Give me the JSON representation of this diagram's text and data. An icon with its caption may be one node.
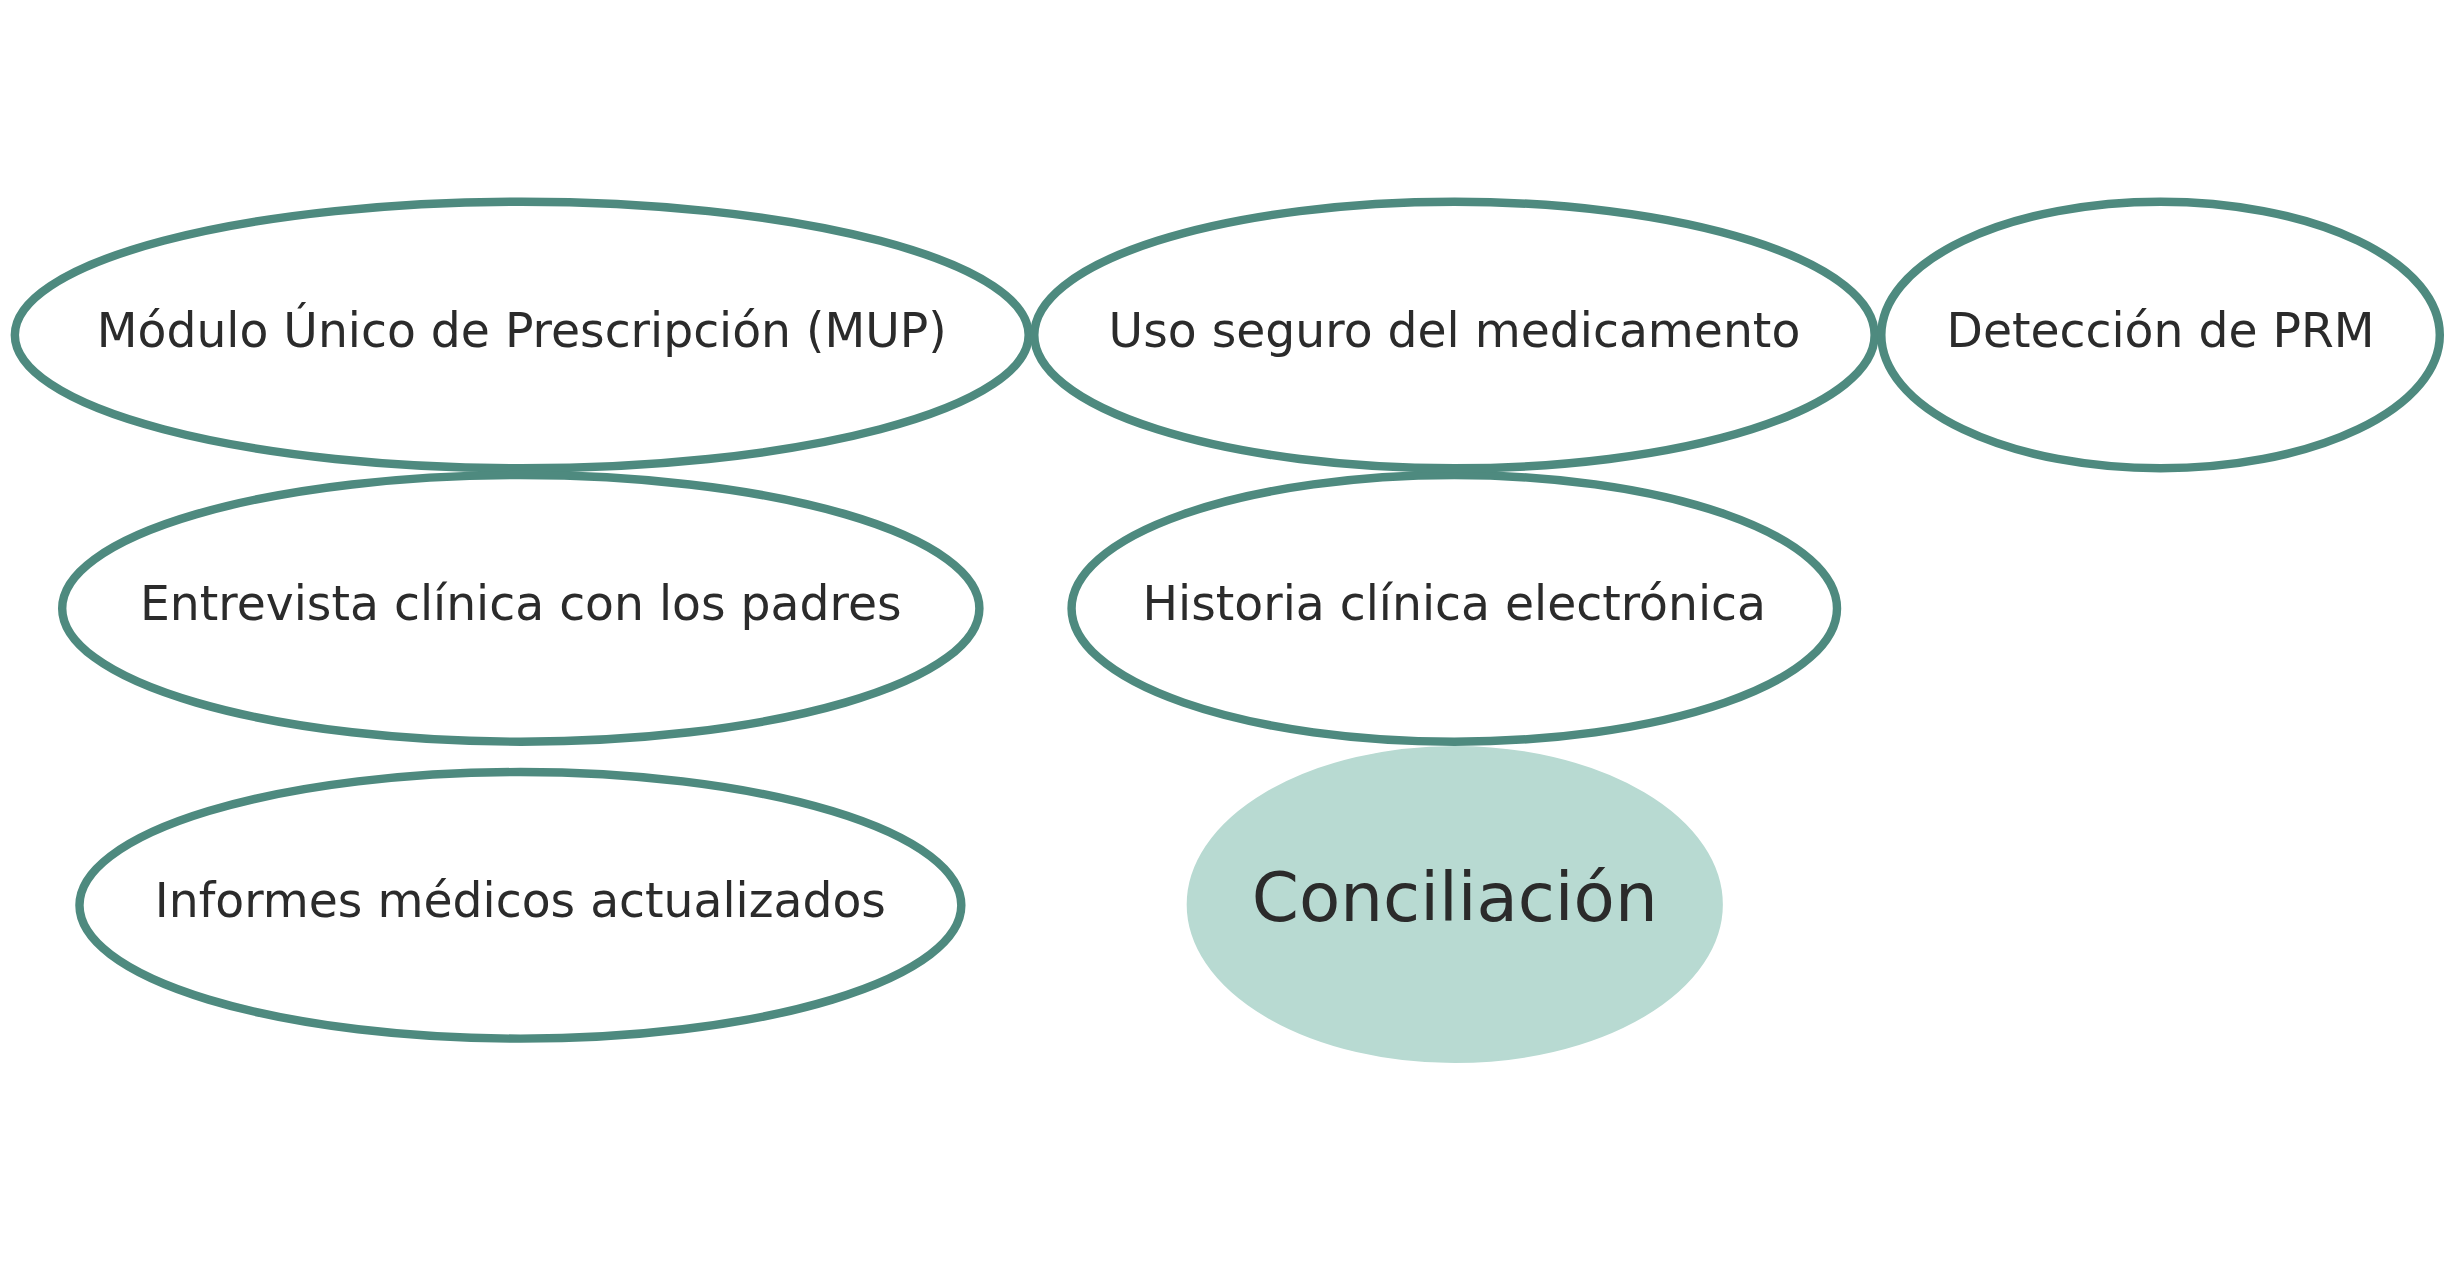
{
  "diagram": {
    "nodes": [
      {
        "text": [
          "Informes médicos actualizados"
        ]
      },
      {
        "text": [
          "Módulo Único de Prescripción (MUP)"
        ]
      },
      {
        "text": [
          "Historia clínica electrónica"
        ]
      },
      {
        "text": [
          "Conciliación"
        ]
      },
      {
        "text": [
          "Entrevista clínica con los padres"
        ]
      },
      {
        "text": [
          "Uso seguro del medicamento"
        ]
      },
      {
        "text": [
          "Detección de PRM"
        ]
      }
    ]
  }
}
